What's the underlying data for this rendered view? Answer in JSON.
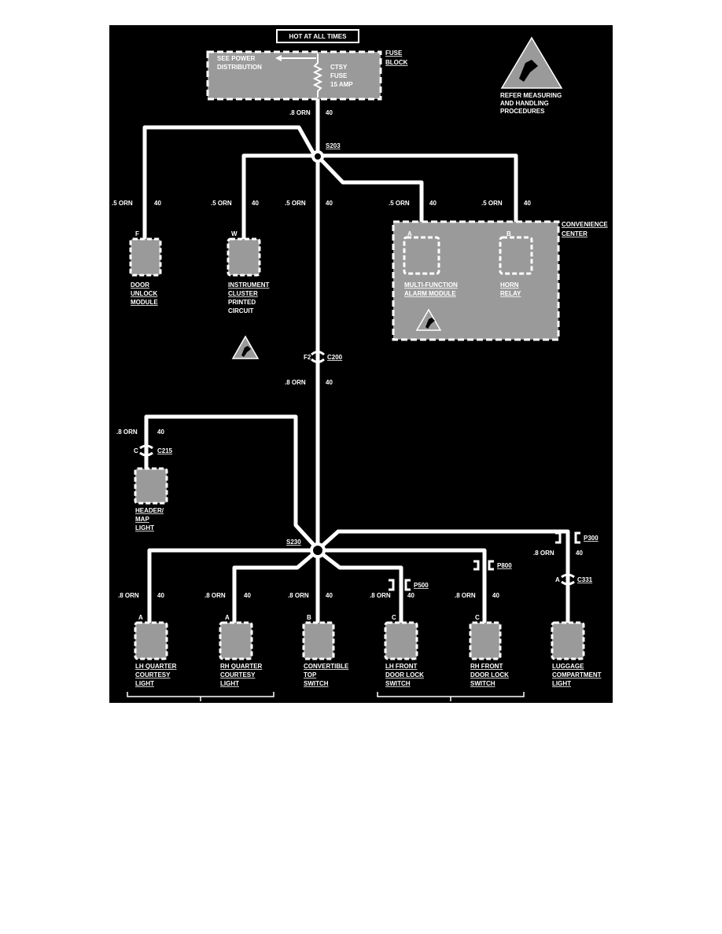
{
  "header": {
    "label": "HOT AT ALL TIMES"
  },
  "fuse_block": {
    "title_line1": "FUSE",
    "title_line2": "BLOCK",
    "see_power_line1": "SEE POWER",
    "see_power_line2": "DISTRIBUTION",
    "fuse_name_line1": "CTSY",
    "fuse_name_line2": "FUSE",
    "fuse_rating": "15 AMP"
  },
  "esd_note": {
    "icon": "esd-warning-icon",
    "line1": "REFER MEASURING",
    "line2": "AND HANDLING",
    "line3": "PROCEDURES"
  },
  "wires": {
    "main_top": {
      "gauge": ".8 ORN",
      "circuit": "40"
    },
    "door_unlock": {
      "gauge": ".5 ORN",
      "circuit": "40"
    },
    "instrument": {
      "gauge": ".5 ORN",
      "circuit": "40"
    },
    "main_mid": {
      "gauge": ".5 ORN",
      "circuit": "40"
    },
    "mfa": {
      "gauge": ".5 ORN",
      "circuit": "40"
    },
    "horn": {
      "gauge": ".5 ORN",
      "circuit": "40"
    },
    "main_lower": {
      "gauge": ".8 ORN",
      "circuit": "40"
    },
    "header": {
      "gauge": ".8 ORN",
      "circuit": "40"
    },
    "luggage": {
      "gauge": ".8 ORN",
      "circuit": "40"
    },
    "lh_quarter": {
      "gauge": ".8 ORN",
      "circuit": "40"
    },
    "rh_quarter": {
      "gauge": ".8 ORN",
      "circuit": "40"
    },
    "convertible": {
      "gauge": ".8 ORN",
      "circuit": "40"
    },
    "lh_front": {
      "gauge": ".8 ORN",
      "circuit": "40"
    },
    "rh_front": {
      "gauge": ".8 ORN",
      "circuit": "40"
    }
  },
  "splices": {
    "s203": "S203",
    "s230": "S230"
  },
  "connectors": {
    "c200": {
      "name": "C200",
      "pin": "F2"
    },
    "c215": {
      "name": "C215",
      "pin": "C"
    },
    "c331": {
      "name": "C331",
      "pin": "A"
    },
    "p300": {
      "name": "P300"
    },
    "p800": {
      "name": "P800"
    },
    "p500": {
      "name": "P500"
    }
  },
  "convenience_center": {
    "line1": "CONVENIENCE",
    "line2": "CENTER"
  },
  "components": {
    "door_unlock": {
      "pin": "F",
      "line1": "DOOR",
      "line2": "UNLOCK",
      "line3": "MODULE"
    },
    "instrument": {
      "pin": "W",
      "line1": "INSTRUMENT",
      "line2": "CLUSTER",
      "line3": "PRINTED",
      "line4": "CIRCUIT"
    },
    "mfa": {
      "pin": "A",
      "line1": "MULTI-FUNCTION",
      "line2": "ALARM MODULE"
    },
    "horn": {
      "pin": "B",
      "line1": "HORN",
      "line2": "RELAY"
    },
    "header_light": {
      "line1": "HEADER/",
      "line2": "MAP",
      "line3": "LIGHT"
    },
    "lh_quarter": {
      "pin": "A",
      "line1": "LH QUARTER",
      "line2": "COURTESY",
      "line3": "LIGHT"
    },
    "rh_quarter": {
      "pin": "A",
      "line1": "RH QUARTER",
      "line2": "COURTESY",
      "line3": "LIGHT"
    },
    "convertible": {
      "pin": "B",
      "line1": "CONVERTIBLE",
      "line2": "TOP",
      "line3": "SWITCH"
    },
    "lh_front": {
      "pin": "C",
      "line1": "LH FRONT",
      "line2": "DOOR LOCK",
      "line3": "SWITCH"
    },
    "rh_front": {
      "pin": "C",
      "line1": "RH FRONT",
      "line2": "DOOR LOCK",
      "line3": "SWITCH"
    },
    "luggage": {
      "line1": "LUGGAGE",
      "line2": "COMPARTMENT",
      "line3": "LIGHT"
    }
  },
  "colors": {
    "background": "#000000",
    "wire": "#ffffff",
    "component_fill": "#9a9a9a"
  }
}
